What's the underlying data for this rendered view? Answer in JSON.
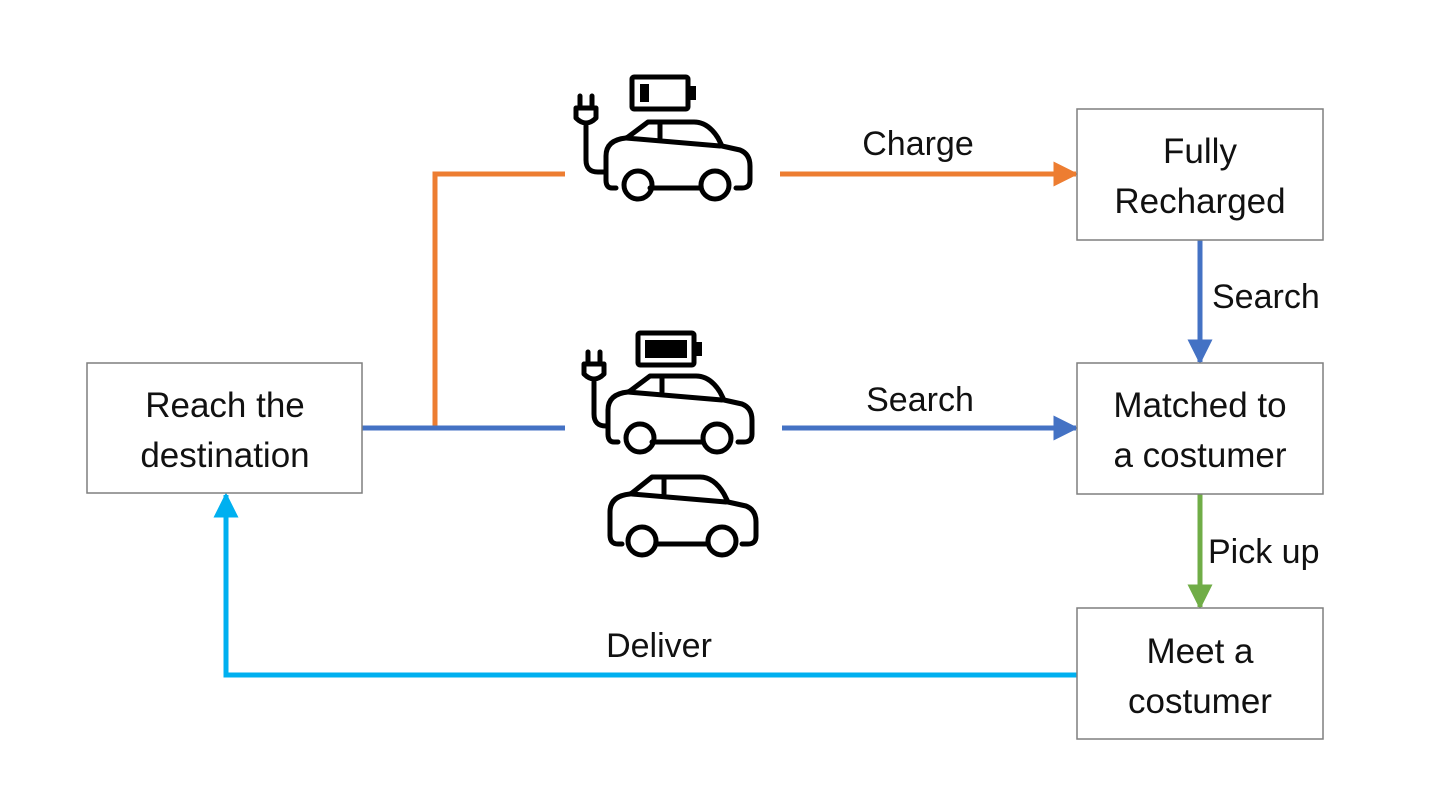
{
  "nodes": {
    "reach_destination": {
      "line1": "Reach the",
      "line2": "destination"
    },
    "fully_recharged": {
      "line1": "Fully",
      "line2": "Recharged"
    },
    "matched_customer": {
      "line1": "Matched to",
      "line2": "a costumer"
    },
    "meet_customer": {
      "line1": "Meet a",
      "line2": "costumer"
    }
  },
  "edges": {
    "charge": "Charge",
    "search_top": "Search",
    "search_mid": "Search",
    "pick_up": "Pick up",
    "deliver": "Deliver"
  },
  "colors": {
    "charge": "#ED7D31",
    "search": "#4472C4",
    "pickup": "#70AD47",
    "deliver": "#00B0F0",
    "box_border": "#7F7F7F"
  },
  "icons": {
    "car_low_battery": "car-charging-low-battery-icon",
    "car_full_battery": "car-charging-full-battery-icon",
    "car": "car-icon"
  }
}
